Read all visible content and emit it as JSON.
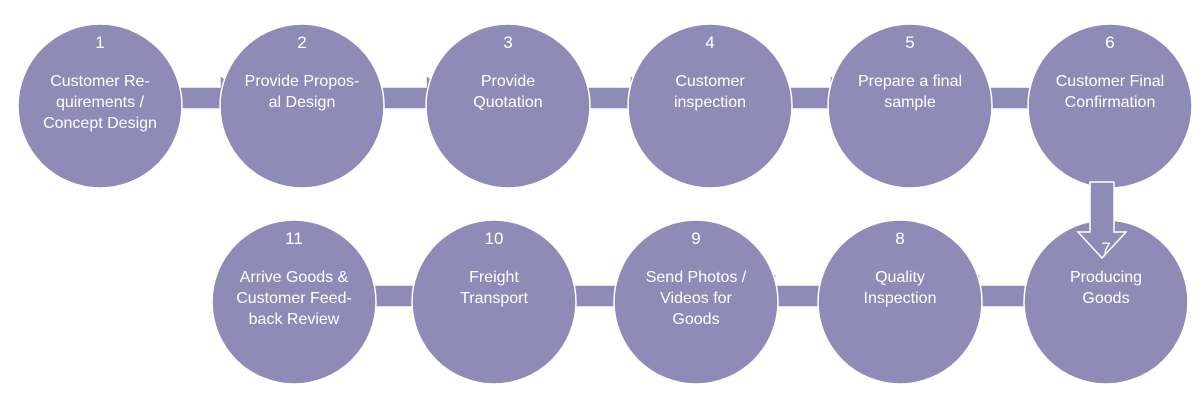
{
  "colors": {
    "circle_fill": "#8e8cb7",
    "circle_stroke": "#ffffff",
    "arrow_fill": "#8e8cb7",
    "arrow_stroke": "#ffffff",
    "text": "#ffffff"
  },
  "steps": [
    {
      "number": "1",
      "lines": [
        "Customer Re-",
        "quirements /",
        "Concept Design"
      ]
    },
    {
      "number": "2",
      "lines": [
        "Provide Propos-",
        "al Design"
      ]
    },
    {
      "number": "3",
      "lines": [
        "Provide",
        "Quotation"
      ]
    },
    {
      "number": "4",
      "lines": [
        "Customer",
        "inspection"
      ]
    },
    {
      "number": "5",
      "lines": [
        "Prepare a final",
        "sample"
      ]
    },
    {
      "number": "6",
      "lines": [
        "Customer Final",
        "Confirmation"
      ]
    },
    {
      "number": "7",
      "lines": [
        "Producing",
        "Goods"
      ]
    },
    {
      "number": "8",
      "lines": [
        "Quality",
        "Inspection"
      ]
    },
    {
      "number": "9",
      "lines": [
        "Send Photos /",
        "Videos for",
        "Goods"
      ]
    },
    {
      "number": "10",
      "lines": [
        "Freight",
        "Transport"
      ]
    },
    {
      "number": "11",
      "lines": [
        "Arrive Goods &",
        "Customer Feed-",
        "back Review"
      ]
    }
  ]
}
